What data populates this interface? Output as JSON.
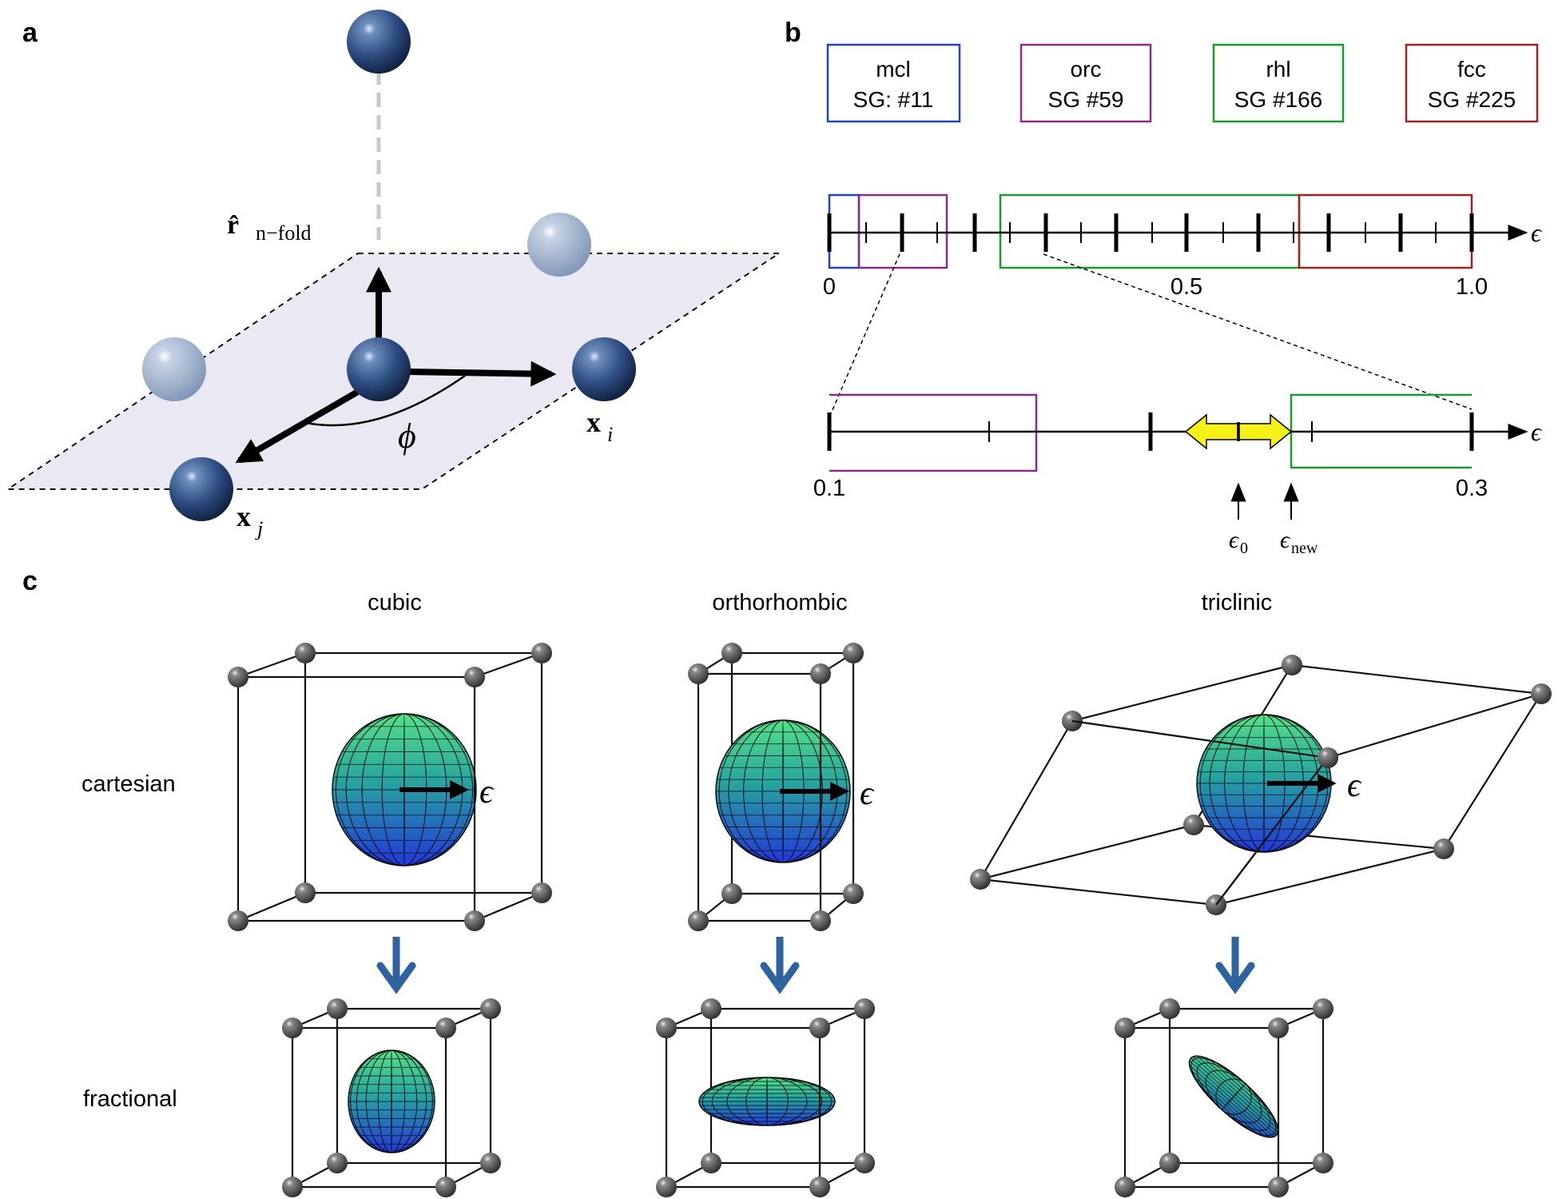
{
  "panels": {
    "a": "a",
    "b": "b",
    "c": "c"
  },
  "panel_a": {
    "r_label": "r̂",
    "r_sub": "n−fold",
    "phi": "ϕ",
    "xi": "x",
    "xi_sub": "i",
    "xj": "x",
    "xj_sub": "j"
  },
  "panel_b": {
    "groups": [
      {
        "name": "mcl",
        "sg": "SG: #11",
        "color": "#2440d0"
      },
      {
        "name": "orc",
        "sg": "SG #59",
        "color": "#8a2a8a"
      },
      {
        "name": "rhl",
        "sg": "SG #166",
        "color": "#1a9a2a"
      },
      {
        "name": "fcc",
        "sg": "SG #225",
        "color": "#a32020"
      }
    ],
    "axis_label": "ϵ",
    "top_ticks": [
      "0",
      "0.5",
      "1.0"
    ],
    "zoom_ticks": [
      "0.1",
      "0.3"
    ],
    "eps0": "ϵ",
    "eps0_sub": "0",
    "epsnew": "ϵ",
    "epsnew_sub": "new",
    "arrow_color": "#f5f016"
  },
  "panel_c": {
    "columns": [
      "cubic",
      "orthorhombic",
      "triclinic"
    ],
    "rows": [
      "cartesian",
      "fractional"
    ],
    "eps": "ϵ",
    "arrow_color": "#2f63a0"
  }
}
